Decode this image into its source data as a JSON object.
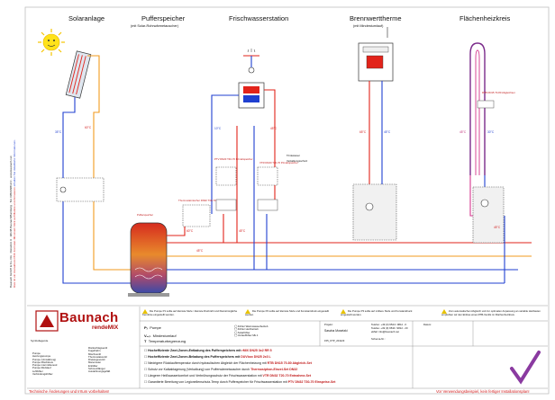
{
  "sections": [
    {
      "id": "solar",
      "title": "Solaranlage",
      "subtitle": ""
    },
    {
      "id": "puffer",
      "title": "Pufferspeicher",
      "subtitle": "(mit Solar-Rohrwärmetauscher)"
    },
    {
      "id": "frisch",
      "title": "Frischwasserstation",
      "subtitle": ""
    },
    {
      "id": "brenn",
      "title": "Brennwerttherme",
      "subtitle": "(mit Mindestumlauf)"
    },
    {
      "id": "flaeche",
      "title": "Flächenheizkreis",
      "subtitle": ""
    }
  ],
  "side_text": {
    "line1": "Baunach GmbH & Co. KG · Dieselstr. 6 · 96148 Baunach/Bamberg · Tel. 09544/9812-0 · www.baunach.net",
    "line2_red": "Dies ist ein interaktives PDF-Formular. Mit einem Klick auf Module und Armaturen",
    "line2_blue": "erhalten Sie detaillierte Informationen."
  },
  "temps": {
    "solar_blue": "35°C",
    "solar_red": "60°C",
    "puffer_red": "60°C",
    "puffer_red2": "45°C",
    "frisch_blue": "10°C",
    "frisch_red": "45°C",
    "frisch_red2": "45°C",
    "brenn_red": "65°C",
    "brenn_blue": "45°C",
    "flaeche_pink": "45°C",
    "flaeche_blue": "30°C",
    "flaeche_red": "45°C"
  },
  "module_labels": {
    "puffer_main": "Pufferspeicher",
    "thermo_label": "Thermostatmischer DN32 T30-70",
    "ptv_left": "PTV DN20 T40-70 Primärspeicher",
    "ptv_right": "VTR DN20 T20-70 Primärspeicher",
    "rtb_label": "RTB DN15 70-80 Abgleichset",
    "trinkwasser": "Trinkwasser",
    "verkalkung": "Verkalkungsschutz"
  },
  "logo": {
    "brand": "Baunach",
    "brand2": "rendeMIX"
  },
  "legend_title": "Symbollegende",
  "legend_items": [
    {
      "sym": "P",
      "text": "Pumpe"
    },
    {
      "sym": "V",
      "text": "Mindestumlauf"
    },
    {
      "sym": "T",
      "text": "Temperaturbegrenzung"
    },
    {
      "sym": "F",
      "text": "Fühler Warmwasserbetrieb"
    },
    {
      "sym": "F",
      "text": "Fühler Heizbetrieb"
    },
    {
      "sym": "S",
      "text": "Solarfühler"
    },
    {
      "sym": "V",
      "text": "Vorlauffühler Mk.1"
    }
  ],
  "legend_col2": [
    "Rückschlagventil",
    "Kugelhahn",
    "Mischventil",
    "Thermostatventil",
    "Dreiwegeventil",
    "Manometer",
    "Entlüfter",
    "Schmutzfänger",
    "Ausdehnungsgefäß"
  ],
  "legend_left_col": [
    "Pumpe",
    "Heizungspumpe",
    "Pumpe (Umwälzung)",
    "Pumpe Mischkreis",
    "Pumpe intermittierend",
    "Pumpe Rücklauf",
    "Luftfühler",
    "Verbindungsfühler"
  ],
  "warnings": [
    "Die Pumpe P1 sollte auf kleinste Stufe / kleinste Drehzahl und Kleinstmögliche Kennlinie eingestellt werden.",
    "Die Pumpe P2 sollte auf kleinste Stufe und Konstantdruck eingestellt werden.",
    "Die Pumpe P3 sollte auf mittlere Stufe und Konstantdruck eingestellt werden.",
    "Zum automatischen Abgleich und zur optimalen Anpassung an variable Heizlasten empfehlen wir den Einbau eines RTB-Ventils im Flächenheizkreis."
  ],
  "kits": [
    {
      "pre": "Hocheffiziente Zwei-Zonen-Entladung des Pufferspeichers mit ",
      "hl": "rMIX DN25 3x2 RR 5"
    },
    {
      "pre": "Hocheffiziente Zwei-Zonen-Beladung des Pufferspeichers mit ",
      "hl": "DUVbox DN25 2x3 L"
    },
    {
      "pre": "Niedrigere Rücklauftemperatur durch hydraulischen Abgleich der Flächenheizung mit ",
      "hl": "RTB DN15 70-80 Abgleich-Set"
    },
    {
      "pre": "Schutz vor Kalkablagerung (Verkalkung) von Pufferwärmetauscher durch ",
      "hl": "Thermosiphon-Einzel-Set DN32"
    },
    {
      "pre": "Längerer Heißwasserkomfort und Verbrühungsschutz der Frischwasserstation mit ",
      "hl": "VTR DN32 T20-70 Entnahme-Set"
    },
    {
      "pre": "Garantierte Bereitung von Legionellenschutz-Temp durch Pufferspeicher für Frischwasserstation mit ",
      "hl": "PTV DN32 T30-70 Einspeise-Set"
    }
  ],
  "info": {
    "projekt_label": "Projekt:",
    "name": "Sascha Mosetzki",
    "code": "155_KTP_201123",
    "tel": "Telefon: +49 (0) 9544 / 9812 - 0",
    "fax": "Telefax: +49 (0) 9544 / 9812 - 20",
    "mail": "eMail: info@baunach.net",
    "schema_label": "Schema-Nr.:",
    "datum_label": "Datum:"
  },
  "footer": {
    "left": "Technische Änderungen und Irrtum vorbehalten!",
    "right": "Vor Verwendungsbeispiel, kein fertiger Installationsplan!"
  },
  "colors": {
    "hot": "#e2231a",
    "cold": "#1f3fd0",
    "warm": "#f29a1e",
    "purple": "#7a2a8a",
    "pink": "#d4368c",
    "grey": "#8a8a8a"
  }
}
